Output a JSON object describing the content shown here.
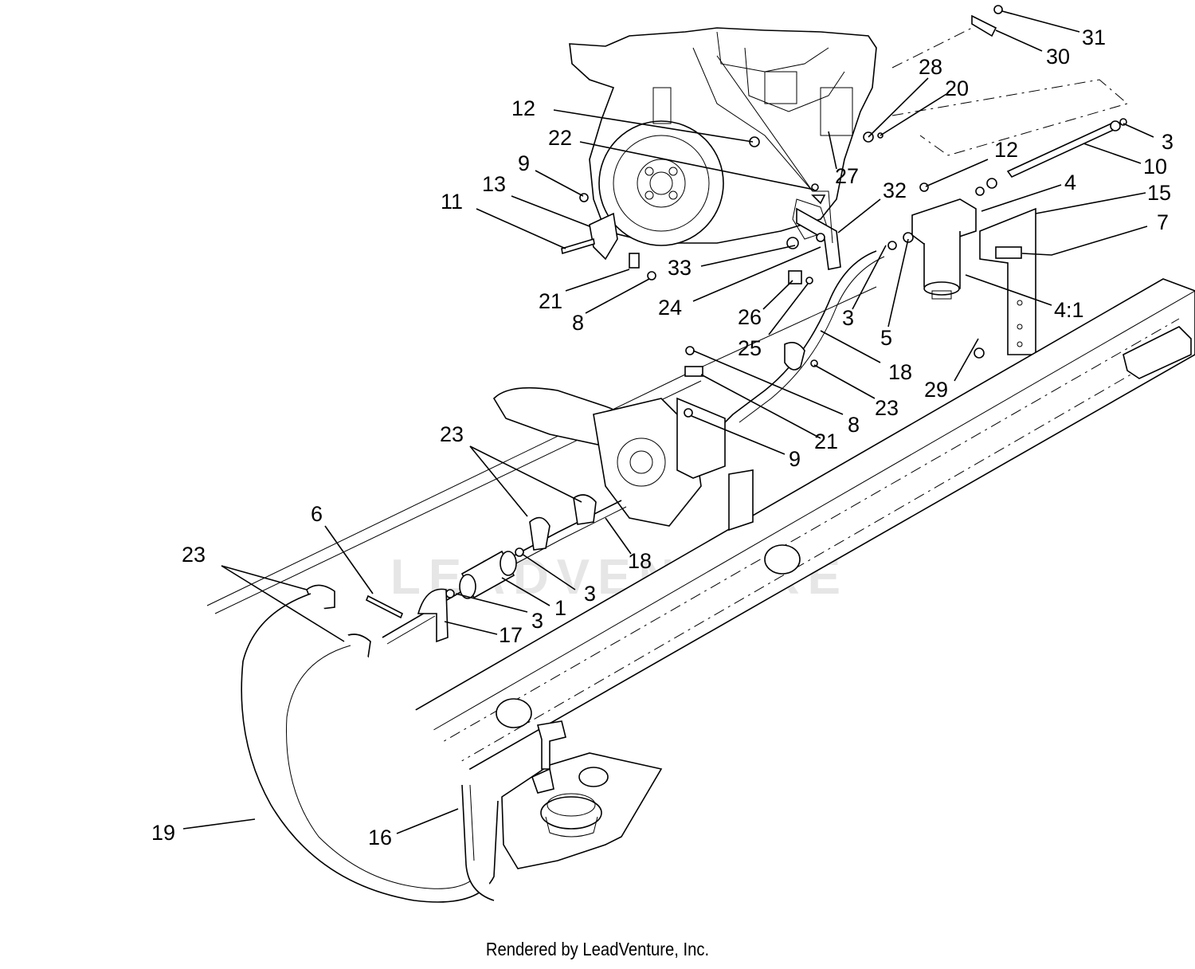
{
  "watermark": "LEADVENTURE",
  "credit": "Rendered by LeadVenture, Inc.",
  "callouts": [
    {
      "id": "c31",
      "text": "31"
    },
    {
      "id": "c30",
      "text": "30"
    },
    {
      "id": "c28",
      "text": "28"
    },
    {
      "id": "c20",
      "text": "20"
    },
    {
      "id": "c12a",
      "text": "12"
    },
    {
      "id": "c22",
      "text": "22"
    },
    {
      "id": "c3a",
      "text": "3"
    },
    {
      "id": "c10",
      "text": "10"
    },
    {
      "id": "c12b",
      "text": "12"
    },
    {
      "id": "c9a",
      "text": "9"
    },
    {
      "id": "c27",
      "text": "27"
    },
    {
      "id": "c13",
      "text": "13"
    },
    {
      "id": "c32",
      "text": "32"
    },
    {
      "id": "c4",
      "text": "4"
    },
    {
      "id": "c15",
      "text": "15"
    },
    {
      "id": "c11",
      "text": "11"
    },
    {
      "id": "c7",
      "text": "7"
    },
    {
      "id": "c33",
      "text": "33"
    },
    {
      "id": "c21a",
      "text": "21"
    },
    {
      "id": "c4_1",
      "text": "4:1"
    },
    {
      "id": "c24",
      "text": "24"
    },
    {
      "id": "c8a",
      "text": "8"
    },
    {
      "id": "c3b",
      "text": "3"
    },
    {
      "id": "c26",
      "text": "26"
    },
    {
      "id": "c5",
      "text": "5"
    },
    {
      "id": "c25",
      "text": "25"
    },
    {
      "id": "c18a",
      "text": "18"
    },
    {
      "id": "c29",
      "text": "29"
    },
    {
      "id": "c23a",
      "text": "23"
    },
    {
      "id": "c8b",
      "text": "8"
    },
    {
      "id": "c21b",
      "text": "21"
    },
    {
      "id": "c23b",
      "text": "23"
    },
    {
      "id": "c9b",
      "text": "9"
    },
    {
      "id": "c6",
      "text": "6"
    },
    {
      "id": "c18b",
      "text": "18"
    },
    {
      "id": "c23c",
      "text": "23"
    },
    {
      "id": "c3c",
      "text": "3"
    },
    {
      "id": "c1",
      "text": "1"
    },
    {
      "id": "c3d",
      "text": "3"
    },
    {
      "id": "c17",
      "text": "17"
    },
    {
      "id": "c19",
      "text": "19"
    },
    {
      "id": "c16",
      "text": "16"
    }
  ]
}
